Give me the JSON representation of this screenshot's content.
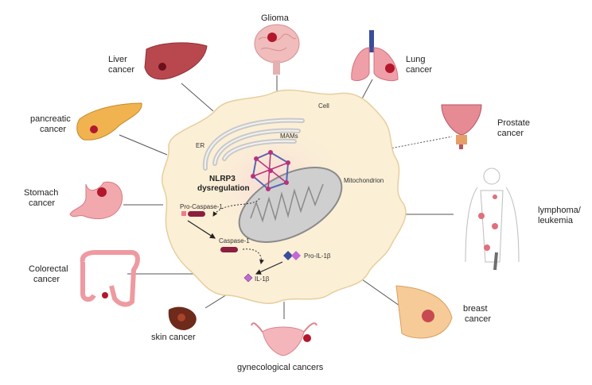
{
  "organs": {
    "glioma": "Glioma",
    "liver": [
      "Liver",
      "cancer"
    ],
    "lung": [
      "Lung",
      "cancer"
    ],
    "pancreatic": [
      "pancreatic",
      "cancer"
    ],
    "prostate": [
      "Prostate",
      "cancer"
    ],
    "stomach": [
      "Stomach",
      "cancer"
    ],
    "lymphoma": [
      "lymphoma/",
      "leukemia"
    ],
    "colorectal": [
      "Colorectal",
      "cancer"
    ],
    "breast": [
      "breast",
      "cancer"
    ],
    "skin": "skin cancer",
    "gyn": "gynecological cancers"
  },
  "cell": {
    "cell": "Cell",
    "er": "ER",
    "mams": "MAMs",
    "mito": "Mitochondrion",
    "nlrp3": [
      "NLRP3",
      "dysregulation"
    ],
    "procasp": "Pro-Caspase-1",
    "casp": "Caspase-1",
    "proil": "Pro-IL-1β",
    "il": "IL-1β"
  },
  "colors": {
    "cell_fill": "#fbefd6",
    "cell_stroke": "#e6cf9d",
    "organ_pink": "#e9a2a3",
    "tumor": "#b3172c",
    "casp": "#8c1f3f",
    "il": "#c26ad4"
  }
}
